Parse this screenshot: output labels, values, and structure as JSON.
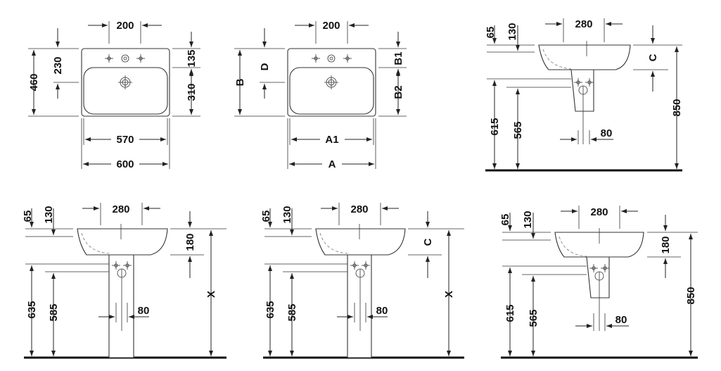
{
  "front_view_mm": {
    "tap_spacing": "200",
    "depth_to_tap": "230",
    "total_depth": "460",
    "rim_to_tap": "135",
    "tap_to_front": "310",
    "inner_width": "570",
    "outer_width": "600"
  },
  "front_view_letters": {
    "tap_spacing": "200",
    "depth_to_tap": "D",
    "total_depth": "B",
    "rim_to_tap": "B1",
    "tap_to_front": "B2",
    "inner_width": "A1",
    "outer_width": "A"
  },
  "semi_pedestal_top": {
    "rim_thickness": "65",
    "rim_to_waste": "130",
    "pedestal_width": "280",
    "rim_drop": "C",
    "floor_to_waste": "615",
    "floor_to_trap": "565",
    "trap_width": "80",
    "floor_to_rim": "850"
  },
  "pedestal_left": {
    "rim_thickness": "65",
    "rim_to_waste": "130",
    "pedestal_width": "280",
    "rim_drop": "180",
    "floor_to_waste": "635",
    "floor_to_trap": "585",
    "trap_width": "80",
    "floor_to_rim": "X"
  },
  "pedestal_middle": {
    "rim_thickness": "65",
    "rim_to_waste": "130",
    "pedestal_width": "280",
    "rim_drop": "C",
    "floor_to_waste": "635",
    "floor_to_trap": "585",
    "trap_width": "80",
    "floor_to_rim": "X"
  },
  "semi_pedestal_bottom": {
    "rim_thickness": "65",
    "rim_to_waste": "130",
    "pedestal_width": "280",
    "rim_drop": "180",
    "floor_to_waste": "615",
    "floor_to_trap": "565",
    "trap_width": "80",
    "floor_to_rim": "850"
  }
}
